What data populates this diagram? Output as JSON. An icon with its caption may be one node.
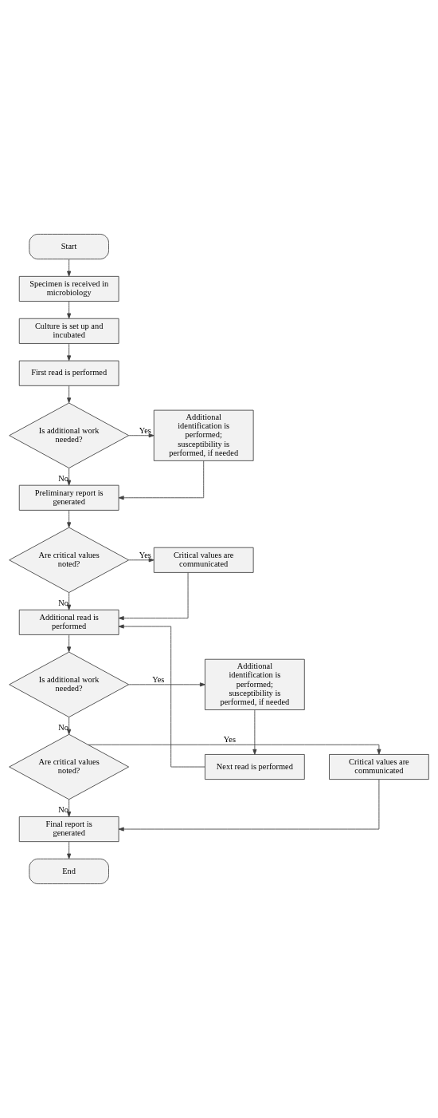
{
  "diagram": {
    "nodes": [
      {
        "text": [
          "Start"
        ]
      },
      {
        "text": [
          "Specimen is received in microbiology"
        ]
      },
      {
        "text": [
          "Culture is set up and incubated"
        ]
      },
      {
        "text": [
          "First read is performed"
        ]
      },
      {
        "text": [
          "Is additional work needed?"
        ]
      },
      {
        "text": [
          "Additional identification is performed; susceptibility is performed, if needed"
        ]
      },
      {
        "text": [
          "Preliminary report is generated"
        ]
      },
      {
        "text": [
          "Are critical values noted?"
        ]
      },
      {
        "text": [
          "Critical values are communicated"
        ]
      },
      {
        "text": [
          "Additional read is performed"
        ]
      },
      {
        "text": [
          "Is additional work needed?"
        ]
      },
      {
        "text": [
          "Additional identification is performed; susceptibility is performed, if needed"
        ]
      },
      {
        "text": [
          "Next read is performed"
        ]
      },
      {
        "text": [
          "Are critical values noted?"
        ]
      },
      {
        "text": [
          "Critical values are communicated"
        ]
      },
      {
        "text": [
          "Final report is generated"
        ]
      },
      {
        "text": [
          "End"
        ]
      }
    ],
    "edges": [
      {
        "from": 0,
        "to": 1,
        "arrow": "to"
      },
      {
        "from": 1,
        "to": 2,
        "arrow": "to"
      },
      {
        "from": 2,
        "to": 3,
        "arrow": "to"
      },
      {
        "from": 3,
        "to": 4,
        "arrow": "to"
      },
      {
        "from": 4,
        "to": 5,
        "arrow": "to",
        "label": "Yes"
      },
      {
        "from": 4,
        "to": 6,
        "arrow": "to",
        "label": "No"
      },
      {
        "from": 5,
        "to": 6,
        "arrow": "to"
      },
      {
        "from": 6,
        "to": 7,
        "arrow": "to"
      },
      {
        "from": 7,
        "to": 8,
        "arrow": "to",
        "label": "Yes"
      },
      {
        "from": 7,
        "to": 9,
        "arrow": "to",
        "label": "No"
      },
      {
        "from": 8,
        "to": 9,
        "arrow": "to"
      },
      {
        "from": 9,
        "to": 10,
        "arrow": "to"
      },
      {
        "from": 10,
        "to": 11,
        "arrow": "to",
        "label": "Yes"
      },
      {
        "from": 10,
        "to": 13,
        "arrow": "to",
        "label": "No"
      },
      {
        "from": 11,
        "to": 12,
        "arrow": "to"
      },
      {
        "from": 12,
        "to": 9,
        "arrow": "to"
      },
      {
        "from": 13,
        "to": 14,
        "arrow": "to",
        "label": "Yes"
      },
      {
        "from": 13,
        "to": 15,
        "arrow": "to",
        "label": "No"
      },
      {
        "from": 14,
        "to": 15,
        "arrow": "to"
      },
      {
        "from": 15,
        "to": 16,
        "arrow": "to"
      }
    ]
  }
}
